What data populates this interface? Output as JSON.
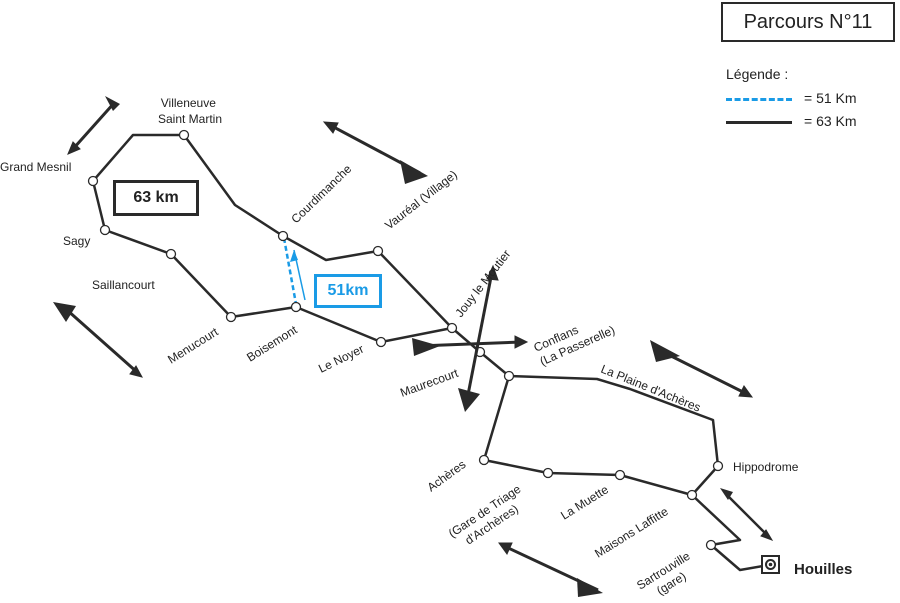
{
  "title": "Parcours N°11",
  "legend": {
    "title": "Légende :",
    "items": [
      {
        "label": "= 51 Km",
        "style": "dashed",
        "color": "#1a9be6"
      },
      {
        "label": "= 63 Km",
        "style": "solid",
        "color": "#2a2a2a"
      }
    ]
  },
  "distance_boxes": {
    "long": "63 km",
    "short": "51km"
  },
  "destination": "Houilles",
  "places": {
    "villeneuve": [
      "Villeneuve",
      "Saint Martin"
    ],
    "grand_mesnil": "Grand Mesnil",
    "sagy": "Sagy",
    "saillancourt": "Saillancourt",
    "menucourt": "Menucourt",
    "courdimanche": "Courdimanche",
    "boisemont": "Boisemont",
    "vaureal": "Vauréal (Village)",
    "le_noyer": "Le Noyer",
    "jouy": "Jouy le Moutier",
    "conflans": [
      "Conflans",
      "(La Passerelle)"
    ],
    "maurecourt": "Maurecourt",
    "plaine_acheres": "La Plaine d'Achères",
    "hippodrome": "Hippodrome",
    "acheres": "Achères",
    "gare_triage": [
      "(Gare de Triage",
      "d'Archères)"
    ],
    "la_muette": "La Muette",
    "maisons_laffitte": "Maisons Laffitte",
    "sartrouville": [
      "Sartrouville",
      "(gare)"
    ]
  },
  "colors": {
    "route": "#2a2a2a",
    "short_route": "#1a9be6",
    "wind_arrow": "#2a2a2a"
  }
}
